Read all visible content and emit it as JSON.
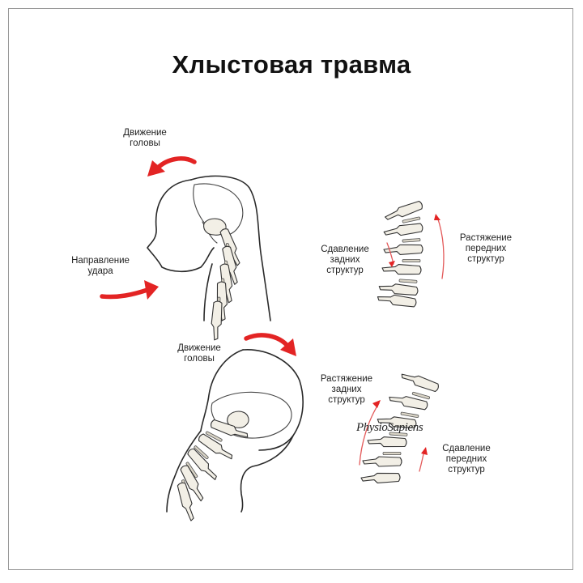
{
  "title": "Хлыстовая травма",
  "labels": {
    "head_motion_top": [
      "Движение",
      "головы"
    ],
    "impact_direction": [
      "Направление",
      "удара"
    ],
    "compression_posterior": [
      "Сдавление",
      "задних",
      "структур"
    ],
    "stretch_anterior": [
      "Растяжение",
      "передних",
      "структур"
    ],
    "head_motion_bottom": [
      "Движение",
      "головы"
    ],
    "stretch_posterior": [
      "Растяжение",
      "задних",
      "структур"
    ],
    "compression_anterior": [
      "Сдавление",
      "передних",
      "структур"
    ]
  },
  "brand": "PhysioSapiens",
  "colors": {
    "arrow": "#e32424",
    "line": "#2a2a2a",
    "bone_fill": "#f2efe6",
    "frame": "#9a9a9a"
  },
  "icons": [
    "curved-arrow-left-icon",
    "straight-arrow-right-icon",
    "curved-arrow-right-icon"
  ]
}
